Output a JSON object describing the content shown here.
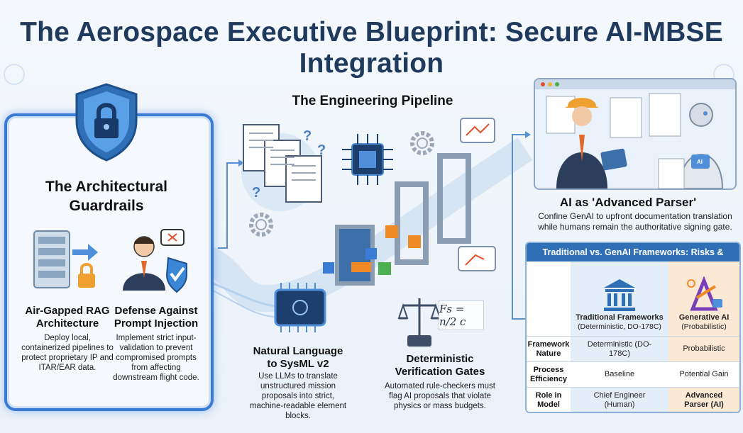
{
  "title": "The Aerospace Executive Blueprint: Secure AI-MBSE Integration",
  "guardrails": {
    "title": "The Architectural Guardrails",
    "rag": {
      "title": "Air-Gapped RAG Architecture",
      "desc": "Deploy local, containerized pipelines to protect proprietary IP and ITAR/EAR data."
    },
    "prompt": {
      "title": "Defense Against Prompt Injection",
      "desc": "Implement strict input-validation to prevent compromised prompts from affecting downstream flight code."
    }
  },
  "pipeline": {
    "title": "The Engineering Pipeline",
    "nl": {
      "title": "Natural Language to SysML v2",
      "desc": "Use LLMs to translate unstructured mission proposals into strict, machine-readable element blocks."
    },
    "gates": {
      "title": "Deterministic Verification Gates",
      "desc": "Automated rule-checkers must flag AI proposals that violate physics or mass budgets."
    },
    "formula": "Fs = n/2 c"
  },
  "parser": {
    "title": "AI as 'Advanced Parser'",
    "desc": "Confine GenAI to upfront documentation translation while humans remain the authoritative signing gate.",
    "robot_badge": "AI"
  },
  "table": {
    "title": "Traditional vs. GenAI Frameworks: Risks & Rewards",
    "col_trad": "Traditional Frameworks",
    "col_trad_sub": "(Deterministic, DO-178C)",
    "col_gen": "Generative AI",
    "col_gen_sub": "(Probabilistic)",
    "rows": [
      {
        "label": "Framework Nature",
        "trad": "Deterministic (DO-178C)",
        "gen": "Probabilistic"
      },
      {
        "label": "Process Efficiency",
        "trad": "Baseline",
        "gen": "Potential Gain"
      },
      {
        "label": "Role in Model",
        "trad": "Chief Engineer (Human)",
        "gen": "Advanced Parser (AI)"
      }
    ]
  },
  "colors": {
    "primary": "#2f6fb5",
    "accent_orange": "#f08a24",
    "frame_blue": "#3a7bd5"
  }
}
